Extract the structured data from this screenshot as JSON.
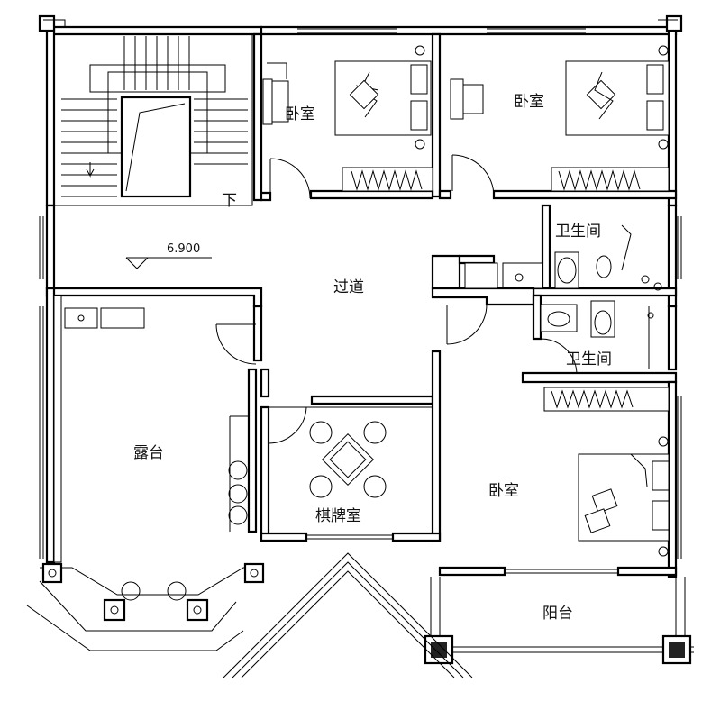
{
  "rooms": {
    "bedroom_top_left": "卧室",
    "bedroom_top_right": "卧室",
    "bathroom_upper": "卫生间",
    "hallway": "过道",
    "bathroom_lower": "卫生间",
    "terrace": "露台",
    "card_room": "棋牌室",
    "bedroom_bottom_right": "卧室",
    "balcony": "阳台"
  },
  "stair_label": "下",
  "level_mark": "6.900",
  "colors": {
    "ink": "#000000",
    "paper": "#ffffff"
  }
}
